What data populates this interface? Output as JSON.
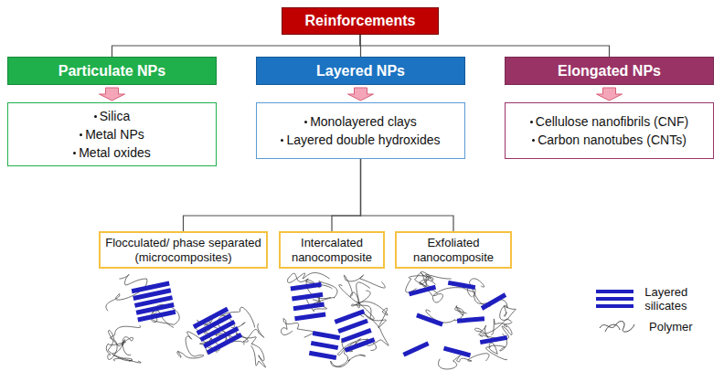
{
  "diagram": {
    "nodes": [
      {
        "text": [
          "Reinforcements"
        ]
      },
      {
        "text": [
          "Particulate NPs"
        ]
      },
      {
        "text": [
          "Layered NPs"
        ]
      },
      {
        "text": [
          "Elongated NPs"
        ]
      },
      {
        "text": [
          "Silica",
          "Metal NPs",
          "Metal oxides"
        ]
      },
      {
        "text": [
          "Monolayered clays",
          "Layered double hydroxides"
        ]
      },
      {
        "text": [
          "Cellulose nanofibrils (CNF)",
          "Carbon nanotubes (CNTs)"
        ]
      },
      {
        "text": [
          "Flocculated/ phase separated (microcomposites)"
        ]
      },
      {
        "text": [
          "Intercalated nanocomposite"
        ]
      },
      {
        "text": [
          "Exfoliated nanocomposite"
        ]
      }
    ],
    "edges": [
      {
        "from": 0,
        "to": 1,
        "arrow": "none"
      },
      {
        "from": 0,
        "to": 2,
        "arrow": "none"
      },
      {
        "from": 0,
        "to": 3,
        "arrow": "none"
      },
      {
        "from": 1,
        "to": 4,
        "arrow": "to"
      },
      {
        "from": 2,
        "to": 5,
        "arrow": "to"
      },
      {
        "from": 3,
        "to": 6,
        "arrow": "to"
      },
      {
        "from": 5,
        "to": 7,
        "arrow": "none"
      },
      {
        "from": 5,
        "to": 8,
        "arrow": "none"
      },
      {
        "from": 5,
        "to": 9,
        "arrow": "none"
      }
    ],
    "legend": [
      {
        "text": "Layered silicates",
        "color": "#1f1fbf"
      },
      {
        "text": "Polymer"
      }
    ]
  }
}
